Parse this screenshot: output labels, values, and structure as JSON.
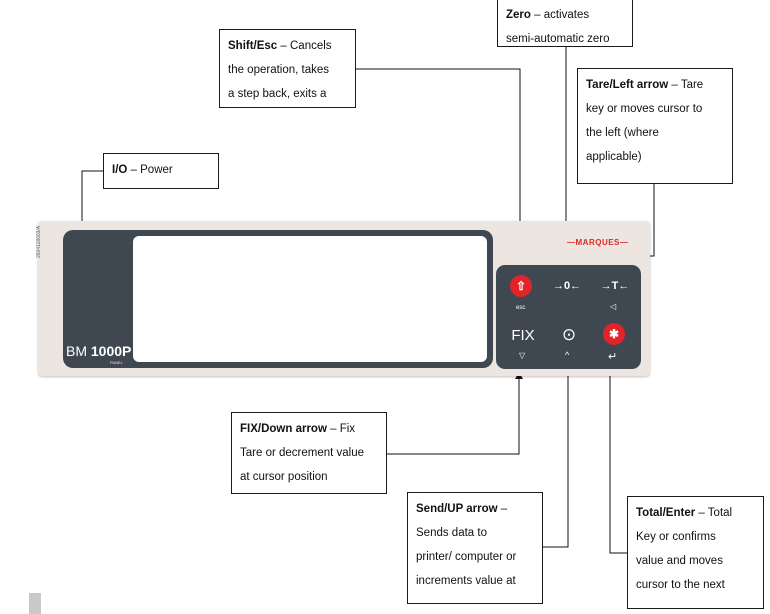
{
  "callouts": {
    "shift_esc": {
      "label": "Shift/Esc",
      "lines": [
        " – Cancels",
        "the operation, takes",
        "a step back, exits a"
      ]
    },
    "zero": {
      "label": "Zero",
      "lines": [
        " – activates",
        "semi-automatic  zero"
      ]
    },
    "tare": {
      "label": "Tare/Left arrow",
      "lines": [
        " – Tare",
        "key or moves cursor to",
        "the left (where",
        "applicable)"
      ]
    },
    "power": {
      "label": "I/O",
      "lines": [
        " – Power"
      ]
    },
    "fix": {
      "label": "FIX/Down arrow",
      "lines": [
        " – Fix",
        "Tare or decrement value",
        "at cursor position"
      ]
    },
    "send": {
      "label": "Send/UP arrow",
      "lines": [
        " –",
        "Sends data to",
        "printer/ computer or",
        "increments value at"
      ]
    },
    "total": {
      "label": "Total/Enter",
      "lines": [
        " – Total",
        "Key or confirms",
        "value and moves",
        "cursor to the next"
      ]
    }
  },
  "device": {
    "model_prefix": "BM",
    "model_number": "1000P",
    "model_sub": "PANEL",
    "serial": "2604118003/A",
    "brand": "MARQUES",
    "keys": {
      "shift_icon": "⇧",
      "shift_sub": "esc",
      "zero": "→0←",
      "tare": "→T←",
      "tare_sub": "◁",
      "fix": "FIX",
      "fix_sub": "▽",
      "send_icon": "⊙",
      "send_sub": "^",
      "total_icon": "✱",
      "total_sub": "↵"
    }
  },
  "colors": {
    "accent_red": "#e0252a",
    "panel": "#ece5e0",
    "display_frame": "#3f4850"
  }
}
